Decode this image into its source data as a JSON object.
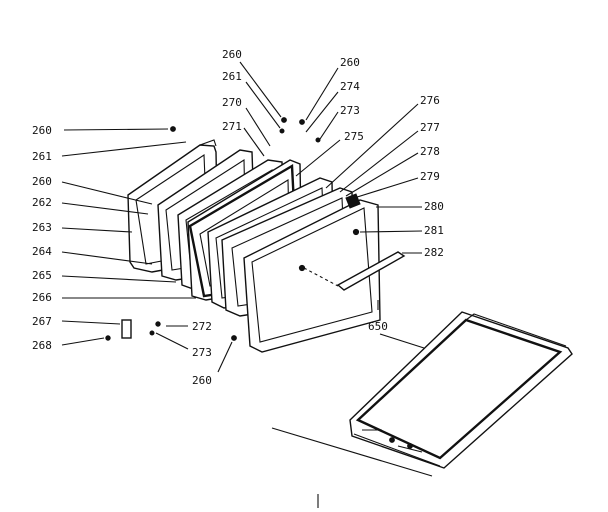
{
  "diagram": {
    "callouts": [
      "260",
      "261",
      "270",
      "271",
      "260",
      "274",
      "273",
      "275",
      "276",
      "277",
      "278",
      "279",
      "280",
      "281",
      "282",
      "260",
      "261",
      "260",
      "262",
      "263",
      "264",
      "265",
      "266",
      "267",
      "268",
      "272",
      "273",
      "260",
      "650"
    ]
  }
}
